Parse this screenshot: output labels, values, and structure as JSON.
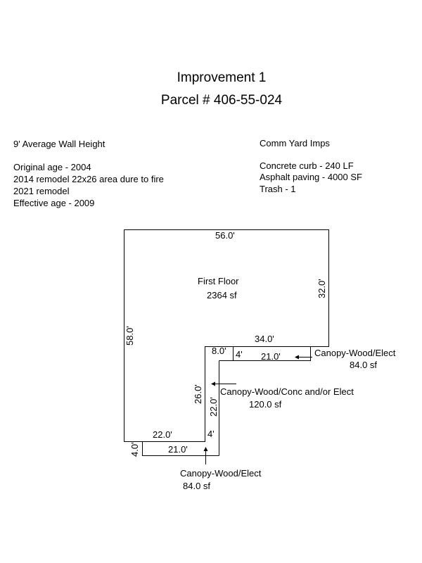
{
  "header": {
    "title": "Improvement 1",
    "parcel": "Parcel # 406-55-024"
  },
  "left_notes": [
    "9' Average Wall Height",
    "",
    "Original age - 2004",
    "2014 remodel 22x26 area dure to fire",
    "2021 remodel",
    "Effective age - 2009"
  ],
  "right_notes": [
    "Comm Yard Imps",
    "",
    "Concrete curb - 240 LF",
    "Asphalt paving - 4000 SF",
    "Trash - 1"
  ],
  "sketch": {
    "main_label": "First Floor",
    "main_area": "2364 sf",
    "dims": {
      "top": "56.0'",
      "right": "32.0'",
      "left": "58.0'",
      "step_top": "34.0'",
      "step_left": "26.0'",
      "bottom": "22.0'",
      "c1_left": "4'",
      "c1_len": "21.0'",
      "c1_offset": "8.0'",
      "c2_len": "22.0'",
      "c2_w": "4'",
      "c3_w": "4.0'",
      "c3_len": "21.0'"
    },
    "canopies": [
      {
        "label": "Canopy-Wood/Elect",
        "area": "84.0 sf"
      },
      {
        "label": "Canopy-Wood/Conc and/or Elect",
        "area": "120.0 sf"
      },
      {
        "label": "Canopy-Wood/Elect",
        "area": "84.0 sf"
      }
    ]
  }
}
